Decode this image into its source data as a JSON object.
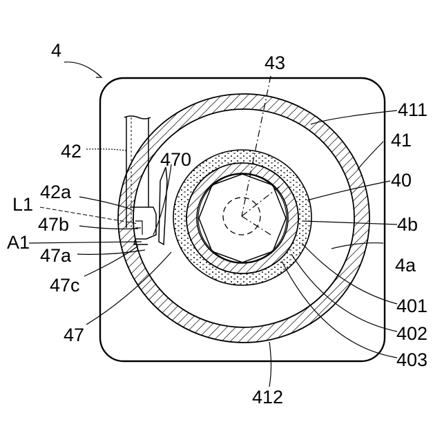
{
  "figure": {
    "labels": {
      "assembly": "4",
      "center_axis": "43",
      "outer_case": "41",
      "case_top": "411",
      "case_bottom": "412",
      "pipe": "42",
      "pipe_end": "42a",
      "baffle": "470",
      "line_l1": "L1",
      "point_a1": "A1",
      "part_47b": "47b",
      "part_47a": "47a",
      "part_47c": "47c",
      "part_47": "47",
      "inner_cartridge": "40",
      "inner_space": "4b",
      "outer_space": "4a",
      "layer_401": "401",
      "layer_402": "402",
      "layer_403": "403"
    }
  }
}
